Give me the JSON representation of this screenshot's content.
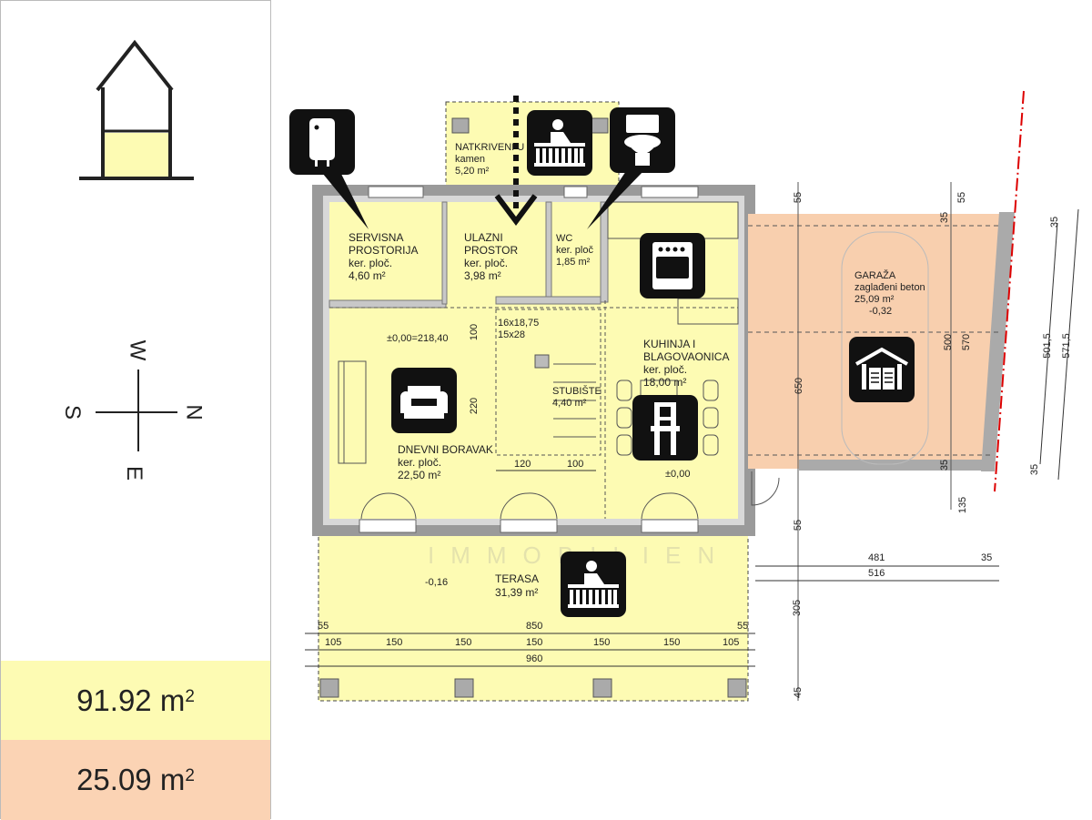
{
  "sidebar": {
    "floor_icon": "house-ground-floor-icon",
    "compass": {
      "north": "N",
      "south": "S",
      "west": "W",
      "east": "E"
    },
    "areas": [
      {
        "value": "91.92 m",
        "unit_sup": "2",
        "color": "#fdfbb3"
      },
      {
        "value": "25.09 m",
        "unit_sup": "2",
        "color": "#fbd3b4"
      }
    ]
  },
  "rooms": {
    "covered_entry": {
      "name": "NATKRIVENI U",
      "material": "kamen",
      "area": "5,20 m²"
    },
    "service": {
      "name1": "SERVISNA",
      "name2": "PROSTORIJA",
      "material": "ker. ploč.",
      "area": "4,60 m²"
    },
    "entry": {
      "name1": "ULAZNI",
      "name2": "PROSTOR",
      "material": "ker. ploč.",
      "area": "3,98 m²"
    },
    "wc": {
      "name": "WC",
      "material": "ker. ploč",
      "area": "1,85 m²"
    },
    "kitchen": {
      "name1": "KUHINJA I",
      "name2": "BLAGOVAONICA",
      "material": "ker. ploč.",
      "area": "18,00 m²"
    },
    "living": {
      "name": "DNEVNI BORAVAK",
      "material": "ker. ploč.",
      "area": "22,50 m²"
    },
    "stairs": {
      "name": "STUBIŠTE",
      "area": "4,40 m²",
      "spec1": "16x18,75",
      "spec2": "15x28"
    },
    "garage": {
      "name": "GARAŽA",
      "material": "zaglađeni beton",
      "area": "25,09 m²",
      "level": "-0,32"
    },
    "terrace": {
      "name": "TERASA",
      "area": "31,39 m²",
      "level": "-0,16"
    }
  },
  "levels": {
    "main": "±0,00=218,40",
    "kitchen": "±0,00"
  },
  "dims": {
    "d100v": "100",
    "d220v": "220",
    "d120": "120",
    "d100": "100",
    "g55a": "55",
    "g55b": "55",
    "g35a": "35",
    "g35b": "35",
    "g650": "650",
    "g500": "500",
    "g570": "570",
    "g5015": "501,5",
    "g5715": "571,5",
    "g35c": "35",
    "g35d": "35",
    "g135": "135",
    "g55c": "55",
    "g481": "481",
    "g35e": "35",
    "g516": "516",
    "g305": "305",
    "g45": "45",
    "t55a": "55",
    "t850": "850",
    "t55b": "55",
    "t105a": "105",
    "t150a": "150",
    "t150b": "150",
    "t150c": "150",
    "t150d": "150",
    "t150e": "150",
    "t105b": "105",
    "t960": "960"
  },
  "watermark": "IMMOBILIEN",
  "icons": [
    "water-heater-icon",
    "balcony-icon",
    "toilet-icon",
    "stove-icon",
    "armchair-icon",
    "dining-chair-icon",
    "garage-icon",
    "terrace-balcony-icon"
  ]
}
